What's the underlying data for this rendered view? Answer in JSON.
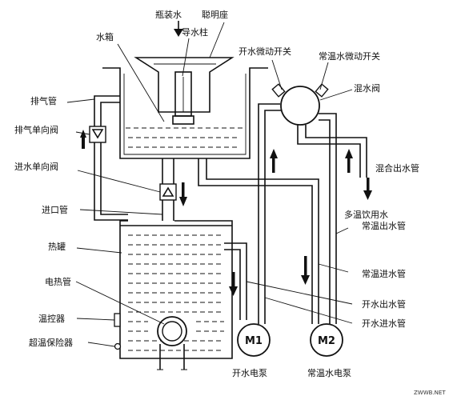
{
  "labels": {
    "bottled_water": "瓶装水",
    "smart_seat": "聪明座",
    "water_tank": "水箱",
    "water_guide": "导水柱",
    "boil_switch": "开水微动开关",
    "normal_switch": "常温水微动开关",
    "exhaust_pipe": "排气管",
    "mix_valve": "混水阀",
    "exhaust_check_valve": "排气单向阀",
    "mix_outlet": "混合出水管",
    "inlet_check_valve": "进水单向阀",
    "multi_temp_water": "多温饮用水",
    "inlet_pipe": "进口管",
    "hot_tank": "热罐",
    "normal_out_pipe": "常温出水管",
    "normal_in_pipe": "常温进水管",
    "heater_tube": "电热管",
    "boil_out_pipe": "开水出水管",
    "thermostat": "温控器",
    "boil_in_pipe": "开水进水管",
    "overheat_protector": "超温保险器",
    "boil_pump": "开水电泵",
    "normal_pump": "常温水电泵",
    "pump1": "M1",
    "pump2": "M2"
  },
  "watermark": "ZWWB.NET"
}
